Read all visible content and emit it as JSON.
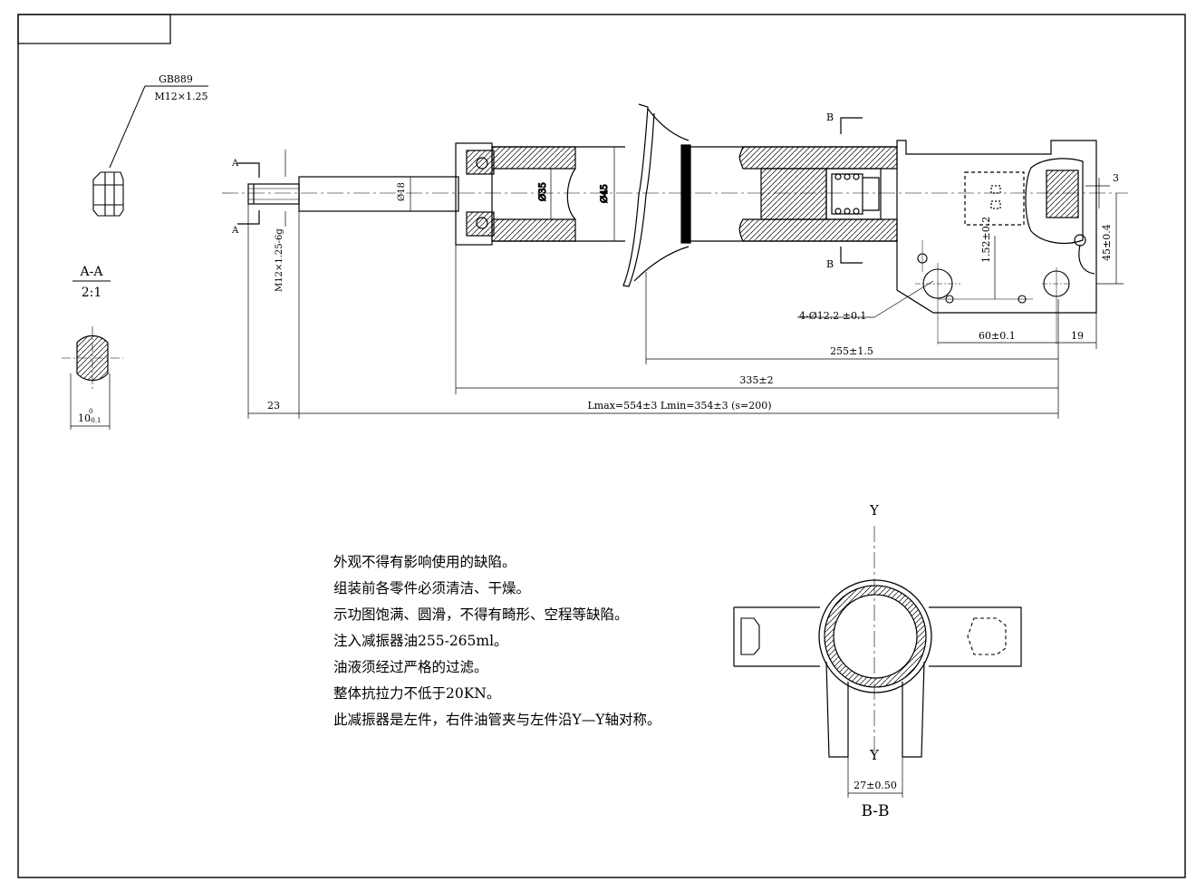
{
  "drawing": {
    "title_block_text": "",
    "nut": {
      "standard": "GB889",
      "thread": "M12×1.25"
    },
    "section_aa": {
      "label": "A-A",
      "scale": "2:1",
      "width_dim": "10",
      "width_tol_upper": "0",
      "width_tol_lower": "-0.1"
    },
    "section_markers": {
      "a": "A",
      "b": "B"
    },
    "rod_thread": "M12×1.25-6g",
    "dims": {
      "rod_dia": "Ø18",
      "inner_dia": "Ø35",
      "outer_dia": "Ø45",
      "holes": "4-Ø12.2 ±0.1",
      "offset_vertical": "1.52±0.2",
      "offset_small": "3",
      "height_45": "45±0.4",
      "spacing_60": "60±0.1",
      "end_19": "19",
      "len_255": "255±1.5",
      "len_335": "335±2",
      "len_23": "23",
      "len_total": "Lmax=554±3 Lmin=354±3 (s=200)"
    },
    "section_bb": {
      "label": "B-B",
      "axis": "Y",
      "width_dim": "27±0.50"
    }
  },
  "notes": [
    "外观不得有影响使用的缺陷。",
    "组装前各零件必须清洁、干燥。",
    "示功图饱满、圆滑，不得有畸形、空程等缺陷。",
    "注入减振器油255-265ml。",
    "油液须经过严格的过滤。",
    "整体抗拉力不低于20KN。",
    "此减振器是左件，右件油管夹与左件沿Y—Y轴对称。"
  ]
}
